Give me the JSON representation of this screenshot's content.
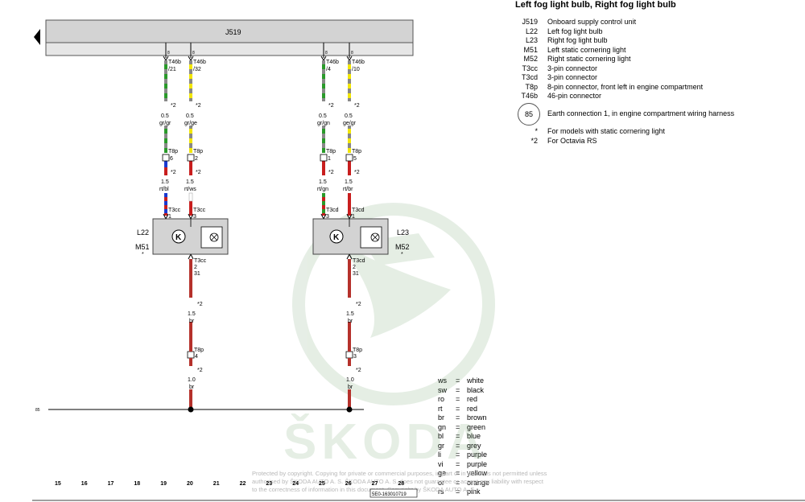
{
  "title": "Left fog light bulb, Right fog light bulb",
  "legend": [
    {
      "code": "J519",
      "text": "Onboard supply control unit"
    },
    {
      "code": "L22",
      "text": "Left fog light bulb"
    },
    {
      "code": "L23",
      "text": "Right fog light bulb"
    },
    {
      "code": "M51",
      "text": "Left static cornering light"
    },
    {
      "code": "M52",
      "text": "Right static cornering light"
    },
    {
      "code": "T3cc",
      "text": "3-pin connector"
    },
    {
      "code": "T3cd",
      "text": "3-pin connector"
    },
    {
      "code": "T8p",
      "text": "8-pin connector, front left in engine compartment"
    },
    {
      "code": "T46b",
      "text": "46-pin connector"
    }
  ],
  "earth": {
    "number": "85",
    "text": "Earth connection 1, in engine compartment wiring harness"
  },
  "notes": [
    {
      "code": "*",
      "text": "For models with static cornering light"
    },
    {
      "code": "*2",
      "text": "For Octavia RS"
    }
  ],
  "color_codes": [
    {
      "code": "ws",
      "eq": "=",
      "name": "white"
    },
    {
      "code": "sw",
      "eq": "=",
      "name": "black"
    },
    {
      "code": "ro",
      "eq": "=",
      "name": "red"
    },
    {
      "code": "rt",
      "eq": "=",
      "name": "red"
    },
    {
      "code": "br",
      "eq": "=",
      "name": "brown"
    },
    {
      "code": "gn",
      "eq": "=",
      "name": "green"
    },
    {
      "code": "bl",
      "eq": "=",
      "name": "blue"
    },
    {
      "code": "gr",
      "eq": "=",
      "name": "grey"
    },
    {
      "code": "li",
      "eq": "=",
      "name": "purple"
    },
    {
      "code": "vi",
      "eq": "=",
      "name": "purple"
    },
    {
      "code": "ge",
      "eq": "=",
      "name": "yellow"
    },
    {
      "code": "or",
      "eq": "=",
      "name": "orange"
    },
    {
      "code": "rs",
      "eq": "=",
      "name": "pink"
    }
  ],
  "copyright": "Protected by copyright. Copying for private or commercial purposes, in part or in whole, is not permitted unless authorised by ŠKODA AUTO A. S. ŠKODA AUTO A. S. does not guarantee or accept any liability with respect to the correctness of information in this document. Copyright by ŠKODA AUTO A. S.",
  "watermark_text": "ŠKODA",
  "diagram": {
    "unit_label": "J519",
    "earth_label": "85",
    "doc_code": "5E0-163010719",
    "columns": [
      "15",
      "16",
      "17",
      "18",
      "19",
      "20",
      "21",
      "22",
      "23",
      "24",
      "25",
      "26",
      "27",
      "28"
    ],
    "labels": {
      "w1": {
        "pin": "8",
        "conn": "T46b",
        "num": "/21",
        "note_top": "*2",
        "size": "0.5",
        "color": "gr/gr",
        "mid_conn": "T8p",
        "mid_pin": "6",
        "note_mid": "*2",
        "size2": "1.5",
        "color2": "rt/bl",
        "end_conn": "T3cc",
        "end_pin": "1"
      },
      "w2": {
        "pin": "8",
        "conn": "T46b",
        "num": "/32",
        "note_top": "*2",
        "size": "0.5",
        "color": "gr/ge",
        "mid_conn": "T8p",
        "mid_pin": "2",
        "note_mid": "*2",
        "size2": "1.5",
        "color2": "rt/ws",
        "end_conn": "T3cc",
        "end_pin": "3"
      },
      "w3": {
        "pin": "8",
        "conn": "T46b",
        "num": "/4",
        "note_top": "*2",
        "size": "0.5",
        "color": "gr/gn",
        "mid_conn": "T8p",
        "mid_pin": "1",
        "note_mid": "*2",
        "size2": "1.5",
        "color2": "rt/gn",
        "end_conn": "T3cd",
        "end_pin": "3"
      },
      "w4": {
        "pin": "8",
        "conn": "T46b",
        "num": "/10",
        "note_top": "*2",
        "size": "0.5",
        "color": "ge/gr",
        "mid_conn": "T8p",
        "mid_pin": "5",
        "note_mid": "*2",
        "size2": "1.5",
        "color2": "rt/br",
        "end_conn": "T3cd",
        "end_pin": "1"
      },
      "g1": {
        "conn": "T3cc",
        "pin": "2",
        "term": "31",
        "note1": "*2",
        "size1": "1.5",
        "color1": "br",
        "conn2": "T8p",
        "pin2": "4",
        "note2": "*2",
        "size2": "1.0",
        "color2": "br"
      },
      "g2": {
        "conn": "T3cd",
        "pin": "2",
        "term": "31",
        "note1": "*2",
        "size1": "1.5",
        "color1": "br",
        "conn2": "T8p",
        "pin2": "3",
        "note2": "*2",
        "size2": "1.0",
        "color2": "br"
      },
      "lamp_left": {
        "l": "L22",
        "m": "M51",
        "star": "*"
      },
      "lamp_right": {
        "l": "L23",
        "m": "M52",
        "star": "*"
      }
    }
  }
}
